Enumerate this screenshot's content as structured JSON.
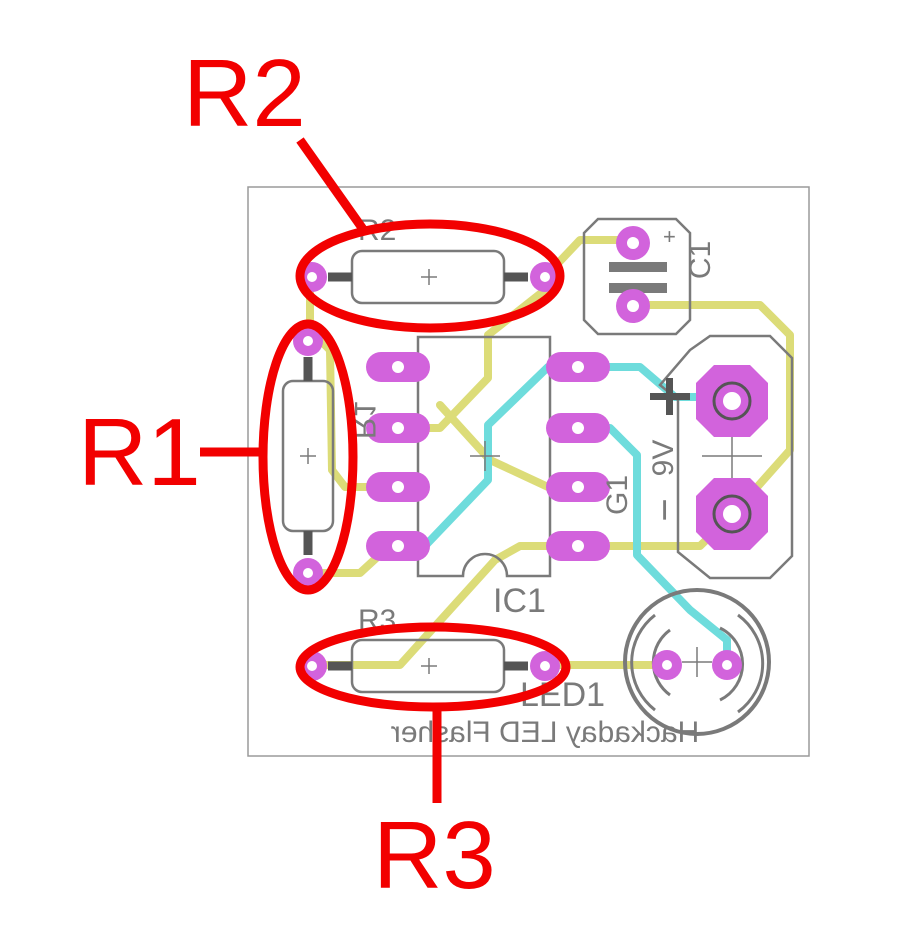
{
  "callouts": {
    "r1": "R1",
    "r2": "R2",
    "r3": "R3"
  },
  "silkscreen": {
    "r1": "R1",
    "r2": "R2",
    "r3": "R3",
    "c1": "C1",
    "c1_plus": "+",
    "ic1": "IC1",
    "led1": "LED1",
    "g1": "G1",
    "battery_voltage": "9V",
    "battery_plus": "+",
    "battery_minus": "−",
    "board_title": "Hackaday LED Flasher"
  },
  "colors": {
    "callout": "#f20000",
    "top_trace": "#dcdc78",
    "bottom_trace": "#6edcdc",
    "pad": "#d263dc",
    "silkscreen": "#7a7a7a"
  }
}
